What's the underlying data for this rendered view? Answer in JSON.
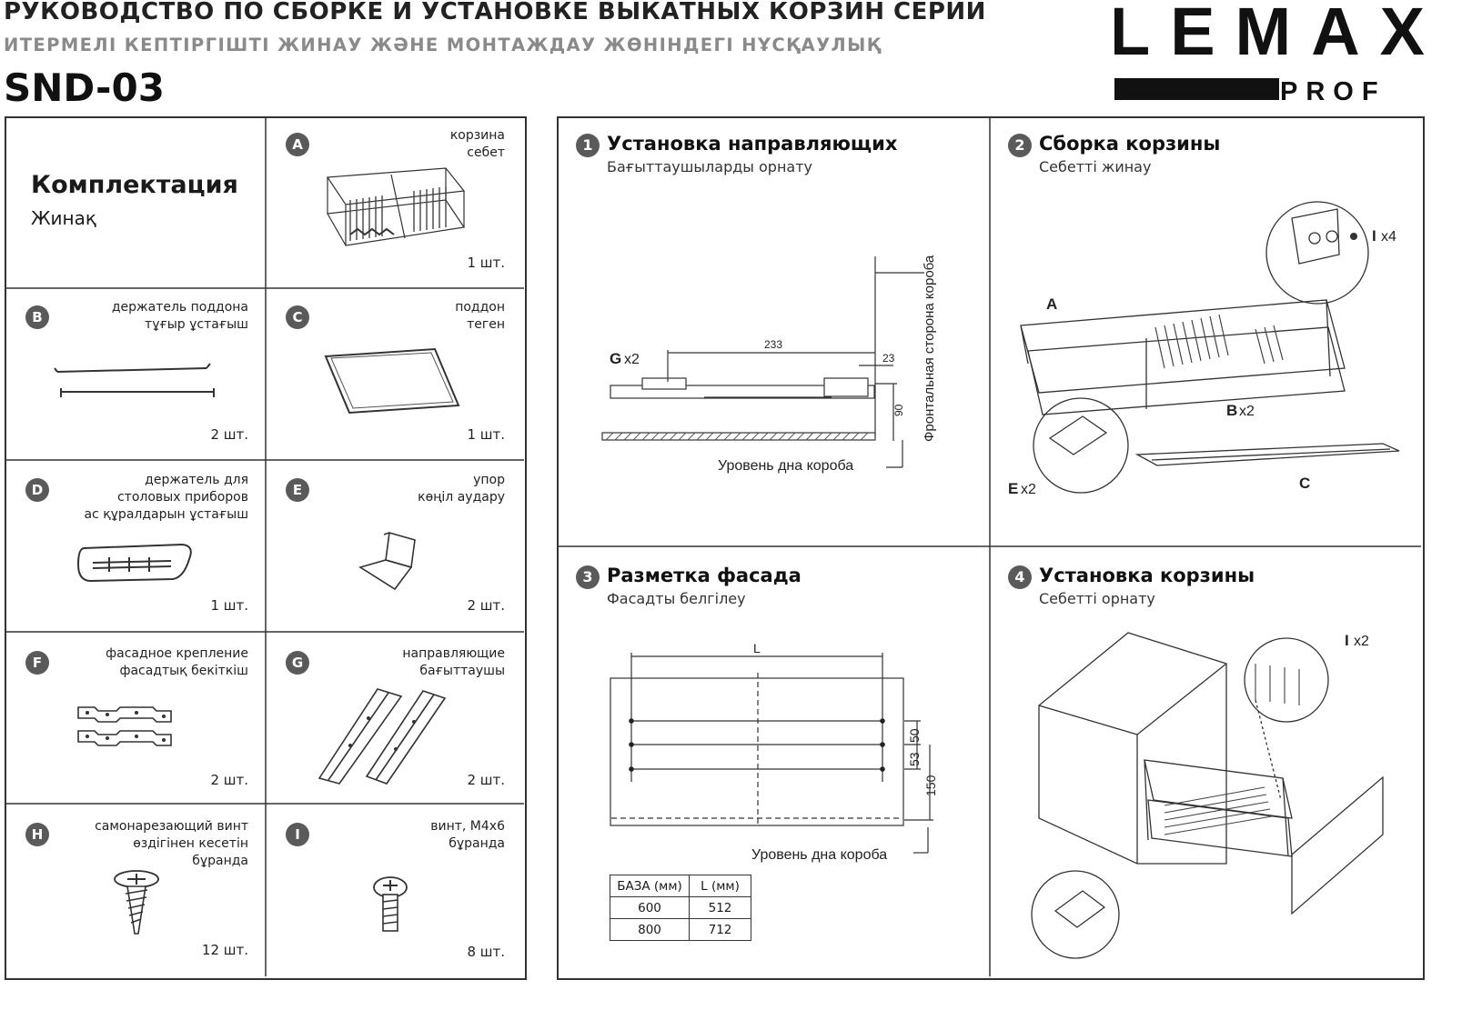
{
  "header": {
    "title_ru": "РУКОВОДСТВО ПО СБОРКЕ И УСТАНОВКЕ ВЫКАТНЫХ КОРЗИН СЕРИИ",
    "title_kz": "ИТЕРМЕЛІ КЕПТІРГІШТІ ЖИНАУ ЖӘНЕ МОНТАЖДАУ ЖӨНІНДЕГІ НҰСҚАУЛЫҚ",
    "model": "SND-03",
    "logo_main": "LEMAX",
    "logo_sub": "PROF"
  },
  "kit": {
    "title": "Комплектация",
    "subtitle": "Жинақ",
    "items": [
      {
        "letter": "A",
        "label1": "корзина",
        "label2": "себет",
        "label3": "",
        "qty": "1 шт."
      },
      {
        "letter": "B",
        "label1": "держатель поддона",
        "label2": "тұғыр ұстағыш",
        "label3": "",
        "qty": "2 шт."
      },
      {
        "letter": "C",
        "label1": "поддон",
        "label2": "теген",
        "label3": "",
        "qty": "1 шт."
      },
      {
        "letter": "D",
        "label1": "держатель для",
        "label2": "столовых приборов",
        "label3": "ас құралдарын ұстағыш",
        "qty": "1 шт."
      },
      {
        "letter": "E",
        "label1": "упор",
        "label2": "көңіл аудару",
        "label3": "",
        "qty": "2 шт."
      },
      {
        "letter": "F",
        "label1": "фасадное крепление",
        "label2": "фасадтық бекіткіш",
        "label3": "",
        "qty": "2 шт."
      },
      {
        "letter": "G",
        "label1": "направляющие",
        "label2": "бағыттаушы",
        "label3": "",
        "qty": "2 шт."
      },
      {
        "letter": "H",
        "label1": "самонарезающий винт",
        "label2": "өздігінен кесетін",
        "label3": "бұранда",
        "qty": "12 шт."
      },
      {
        "letter": "I",
        "label1": "винт, М4х6",
        "label2": "бұранда",
        "label3": "",
        "qty": "8 шт."
      }
    ]
  },
  "steps": [
    {
      "num": "1",
      "title": "Установка направляющих",
      "subtitle": "Бағыттаушыларды орнату"
    },
    {
      "num": "2",
      "title": "Сборка корзины",
      "subtitle": "Себетті жинау"
    },
    {
      "num": "3",
      "title": "Разметка фасада",
      "subtitle": "Фасадты белгілеу"
    },
    {
      "num": "4",
      "title": "Установка корзины",
      "subtitle": "Себетті орнату"
    }
  ],
  "step1": {
    "g_label": "G",
    "g_count": "x2",
    "dim_233": "233",
    "dim_23": "23",
    "dim_90": "90",
    "front_side": "Фронтальная сторона короба",
    "bottom_level": "Уровень дна короба"
  },
  "step2": {
    "a": "A",
    "b": "B",
    "b_count": "x2",
    "c": "C",
    "e": "E",
    "e_count": "x2",
    "i": "I",
    "i_count": "x4"
  },
  "step3": {
    "l": "L",
    "d50": "50",
    "d53": "53",
    "d150": "150",
    "bottom_level": "Уровень дна короба",
    "table": {
      "headers": [
        "БАЗА (мм)",
        "L (мм)"
      ],
      "rows": [
        [
          "600",
          "512"
        ],
        [
          "800",
          "712"
        ]
      ]
    }
  },
  "step4": {
    "i": "I",
    "i_count": "x2"
  }
}
